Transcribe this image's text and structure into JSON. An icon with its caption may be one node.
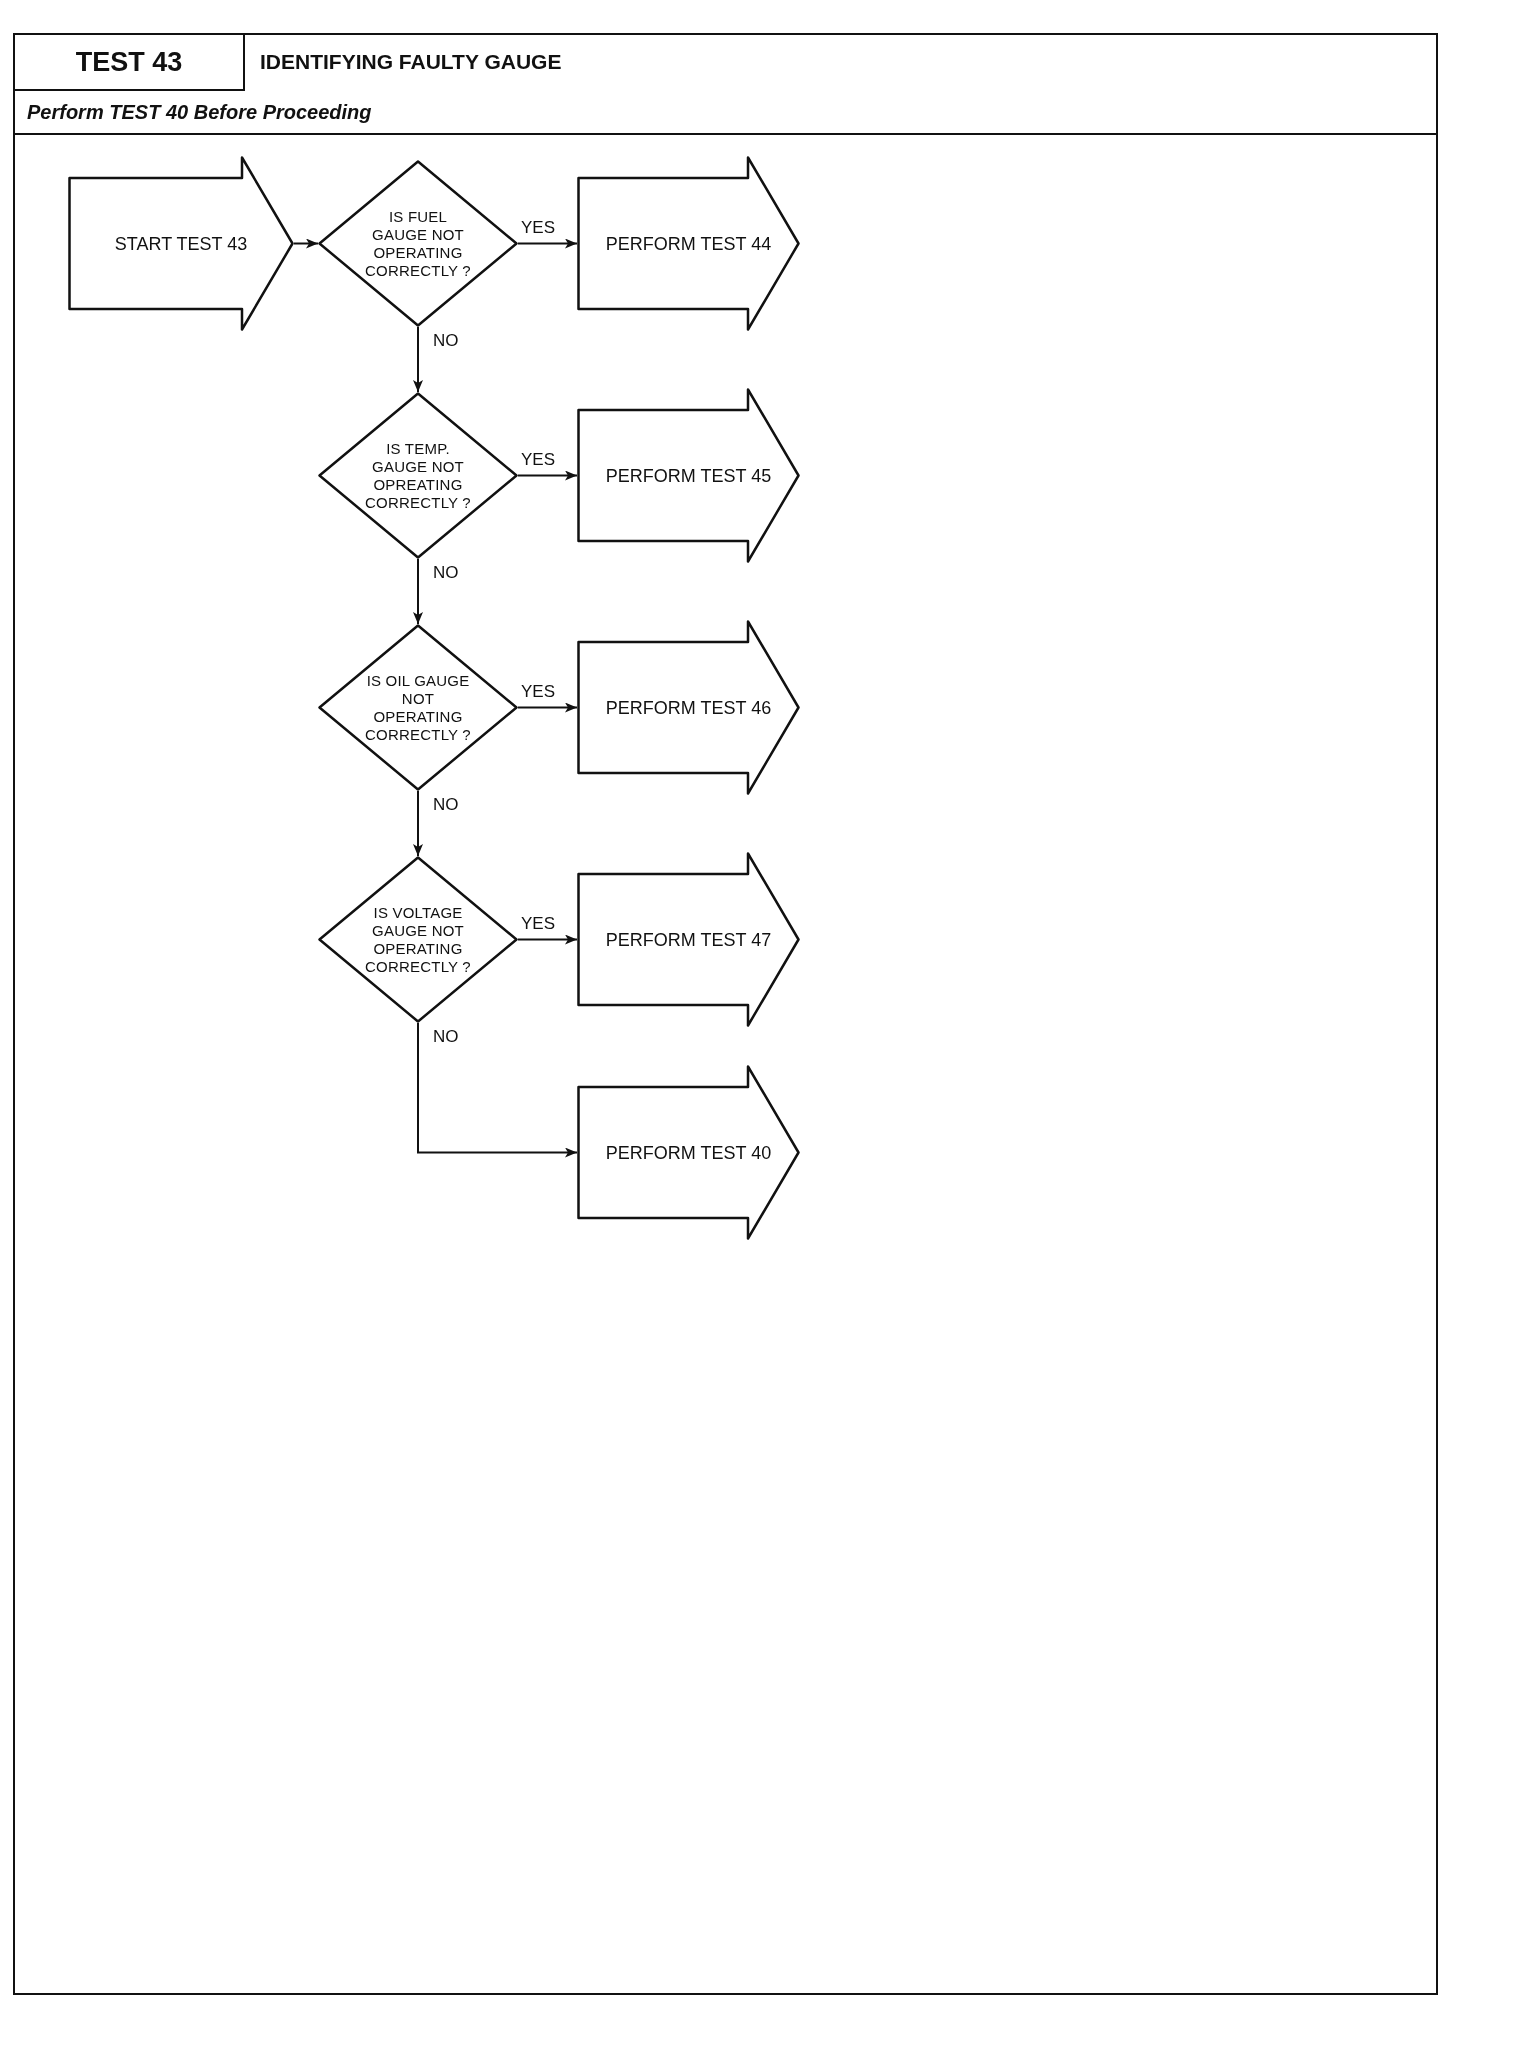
{
  "diagram": {
    "title": "IDENTIFYING FAULTY GAUGE",
    "nodes": [
      {
        "text": [
          "START TEST 43"
        ]
      },
      {
        "text": [
          "IS FUEL GAUGE NOT OPERATING CORRECTLY ?"
        ]
      },
      {
        "text": [
          "PERFORM TEST 44"
        ]
      },
      {
        "text": [
          "IS TEMP. GAUGE NOT OPREATING CORRECTLY ?"
        ]
      },
      {
        "text": [
          "PERFORM TEST 45"
        ]
      },
      {
        "text": [
          "IS OIL GAUGE NOT OPERATING CORRECTLY ?"
        ]
      },
      {
        "text": [
          "PERFORM TEST 46"
        ]
      },
      {
        "text": [
          "IS VOLTAGE GAUGE NOT OPERATING CORRECTLY ?"
        ]
      },
      {
        "text": [
          "PERFORM TEST 47"
        ]
      },
      {
        "text": [
          "PERFORM TEST 40"
        ]
      }
    ],
    "edges": [
      {
        "from": 0,
        "to": 1,
        "arrow": "to"
      },
      {
        "from": 1,
        "to": 2,
        "arrow": "to",
        "label": "YES"
      },
      {
        "from": 1,
        "to": 3,
        "arrow": "to",
        "label": "NO"
      },
      {
        "from": 3,
        "to": 4,
        "arrow": "to",
        "label": "YES"
      },
      {
        "from": 3,
        "to": 5,
        "arrow": "to",
        "label": "NO"
      },
      {
        "from": 5,
        "to": 6,
        "arrow": "to",
        "label": "YES"
      },
      {
        "from": 5,
        "to": 7,
        "arrow": "to",
        "label": "NO"
      },
      {
        "from": 7,
        "to": 8,
        "arrow": "to",
        "label": "YES"
      },
      {
        "from": 7,
        "to": 9,
        "arrow": "to",
        "label": "NO"
      }
    ],
    "labels": [
      "TEST 43",
      "Perform TEST 40 Before Proceeding"
    ]
  }
}
